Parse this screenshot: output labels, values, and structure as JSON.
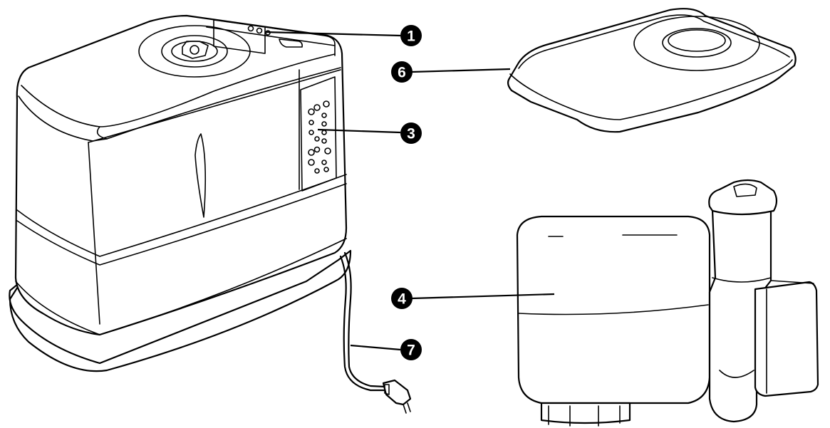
{
  "callouts": [
    {
      "id": "1",
      "label": "1"
    },
    {
      "id": "6",
      "label": "6"
    },
    {
      "id": "3",
      "label": "3"
    },
    {
      "id": "4",
      "label": "4"
    },
    {
      "id": "7",
      "label": "7"
    }
  ],
  "colors": {
    "line": "#000000",
    "background": "#ffffff",
    "badge_fill": "#000000",
    "badge_text": "#ffffff"
  }
}
